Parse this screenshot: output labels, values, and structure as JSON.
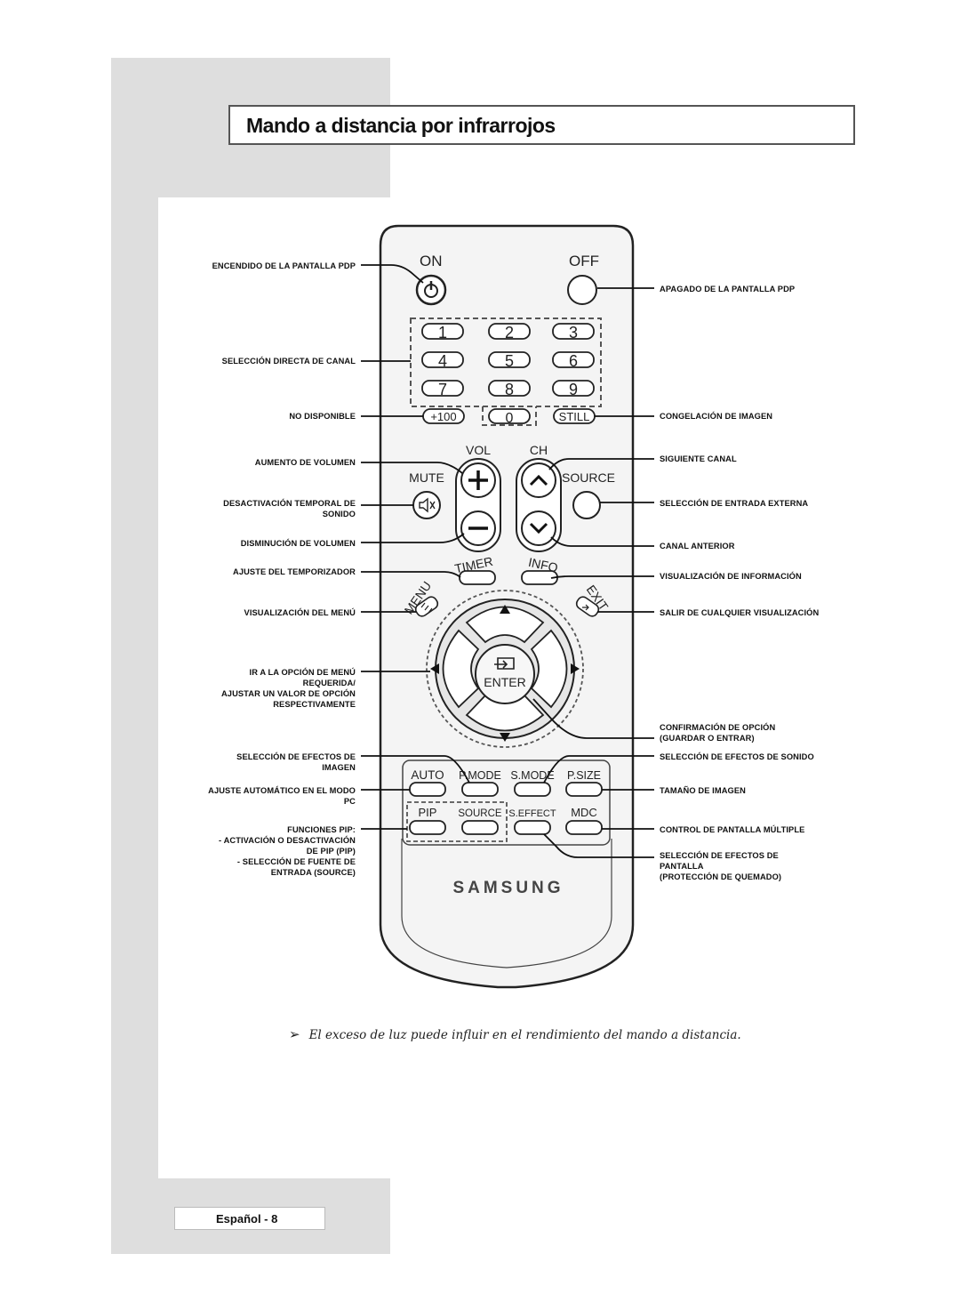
{
  "page": {
    "title": "Mando a distancia por infrarrojos",
    "note_arrow": "➢",
    "note": "El exceso de luz puede influir en el rendimiento del mando a distancia.",
    "footer": "Español - 8"
  },
  "remote": {
    "on": "ON",
    "off": "OFF",
    "digits": [
      "1",
      "2",
      "3",
      "4",
      "5",
      "6",
      "7",
      "8",
      "9"
    ],
    "plus100": "+100",
    "zero": "0",
    "still": "STILL",
    "vol": "VOL",
    "ch": "CH",
    "mute": "MUTE",
    "source": "SOURCE",
    "timer": "TIMER",
    "info": "INFO",
    "menu": "MENU",
    "exit": "EXIT",
    "enter": "ENTER",
    "auto": "AUTO",
    "pmode": "P.MODE",
    "smode": "S.MODE",
    "psize": "P.SIZE",
    "pip": "PIP",
    "pip_source": "SOURCE",
    "seffect": "S.EFFECT",
    "mdc": "MDC",
    "brand": "SAMSUNG"
  },
  "labels_left": [
    {
      "lines": [
        "ENCENDIDO DE LA PANTALLA PDP"
      ]
    },
    {
      "lines": [
        "SELECCIÓN DIRECTA DE CANAL"
      ]
    },
    {
      "lines": [
        "NO DISPONIBLE"
      ]
    },
    {
      "lines": [
        "AUMENTO DE VOLUMEN"
      ]
    },
    {
      "lines": [
        "DESACTIVACIÓN TEMPORAL DE",
        "SONIDO"
      ]
    },
    {
      "lines": [
        "DISMINUCIÓN DE VOLUMEN"
      ]
    },
    {
      "lines": [
        "AJUSTE DEL TEMPORIZADOR"
      ]
    },
    {
      "lines": [
        "VISUALIZACIÓN DEL MENÚ"
      ]
    },
    {
      "lines": [
        "IR A LA OPCIÓN DE MENÚ",
        "REQUERIDA/",
        "AJUSTAR UN VALOR DE OPCIÓN",
        "RESPECTIVAMENTE"
      ]
    },
    {
      "lines": [
        "SELECCIÓN DE EFECTOS DE",
        "IMAGEN"
      ]
    },
    {
      "lines": [
        "AJUSTE AUTOMÁTICO EN EL MODO",
        "PC"
      ]
    },
    {
      "lines": [
        "FUNCIONES PIP:",
        "-  ACTIVACIÓN O DESACTIVACIÓN",
        "DE PIP (PIP)",
        "-  SELECCIÓN DE FUENTE DE",
        "ENTRADA (SOURCE)"
      ]
    }
  ],
  "labels_right": [
    {
      "lines": [
        "APAGADO DE LA PANTALLA PDP"
      ]
    },
    {
      "lines": [
        "CONGELACIÓN DE IMAGEN"
      ]
    },
    {
      "lines": [
        "SIGUIENTE CANAL"
      ]
    },
    {
      "lines": [
        "SELECCIÓN DE ENTRADA EXTERNA"
      ]
    },
    {
      "lines": [
        "CANAL ANTERIOR"
      ]
    },
    {
      "lines": [
        "VISUALIZACIÓN DE INFORMACIÓN"
      ]
    },
    {
      "lines": [
        "SALIR DE CUALQUIER VISUALIZACIÓN"
      ]
    },
    {
      "lines": [
        "CONFIRMACIÓN DE OPCIÓN",
        "(GUARDAR O ENTRAR)"
      ]
    },
    {
      "lines": [
        "SELECCIÓN DE EFECTOS DE SONIDO"
      ]
    },
    {
      "lines": [
        "TAMAÑO DE IMAGEN"
      ]
    },
    {
      "lines": [
        "CONTROL DE PANTALLA MÚLTIPLE"
      ]
    },
    {
      "lines": [
        "SELECCIÓN DE EFECTOS DE",
        "PANTALLA",
        "(PROTECCIÓN DE QUEMADO)"
      ]
    }
  ]
}
